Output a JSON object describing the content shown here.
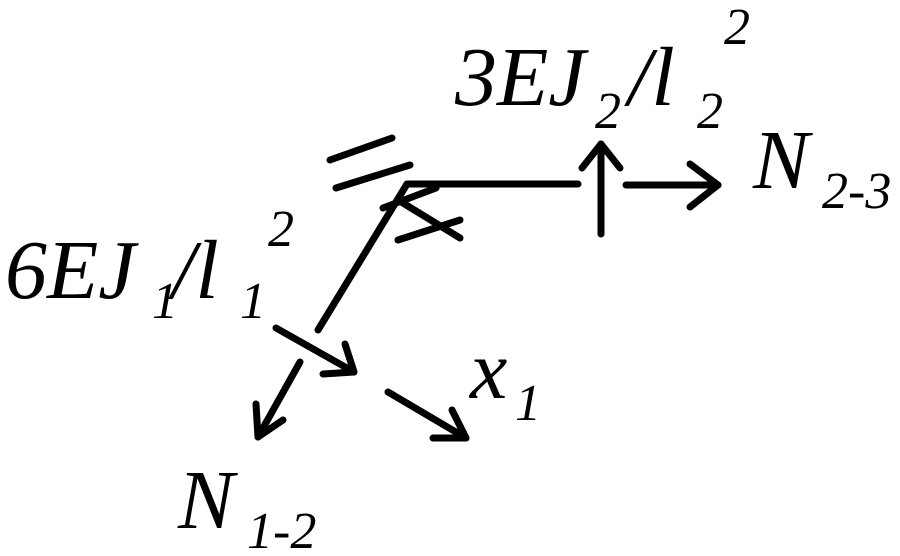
{
  "labels": {
    "top_moment": {
      "prefix": "3EJ",
      "sub1": "2",
      "slash": "/l",
      "sub2": "2",
      "sup": "2"
    },
    "left_moment": {
      "prefix": "6EJ",
      "sub1": "1",
      "slash": "/l",
      "sub2": "1",
      "sup": "2"
    },
    "force_23": {
      "base": "N",
      "sub": "2-3"
    },
    "force_12": {
      "base": "N",
      "sub": "1-2"
    },
    "unknown_x1": {
      "base": "x",
      "sub": "1"
    }
  },
  "colors": {
    "ink": "#000000",
    "background": "#ffffff"
  }
}
